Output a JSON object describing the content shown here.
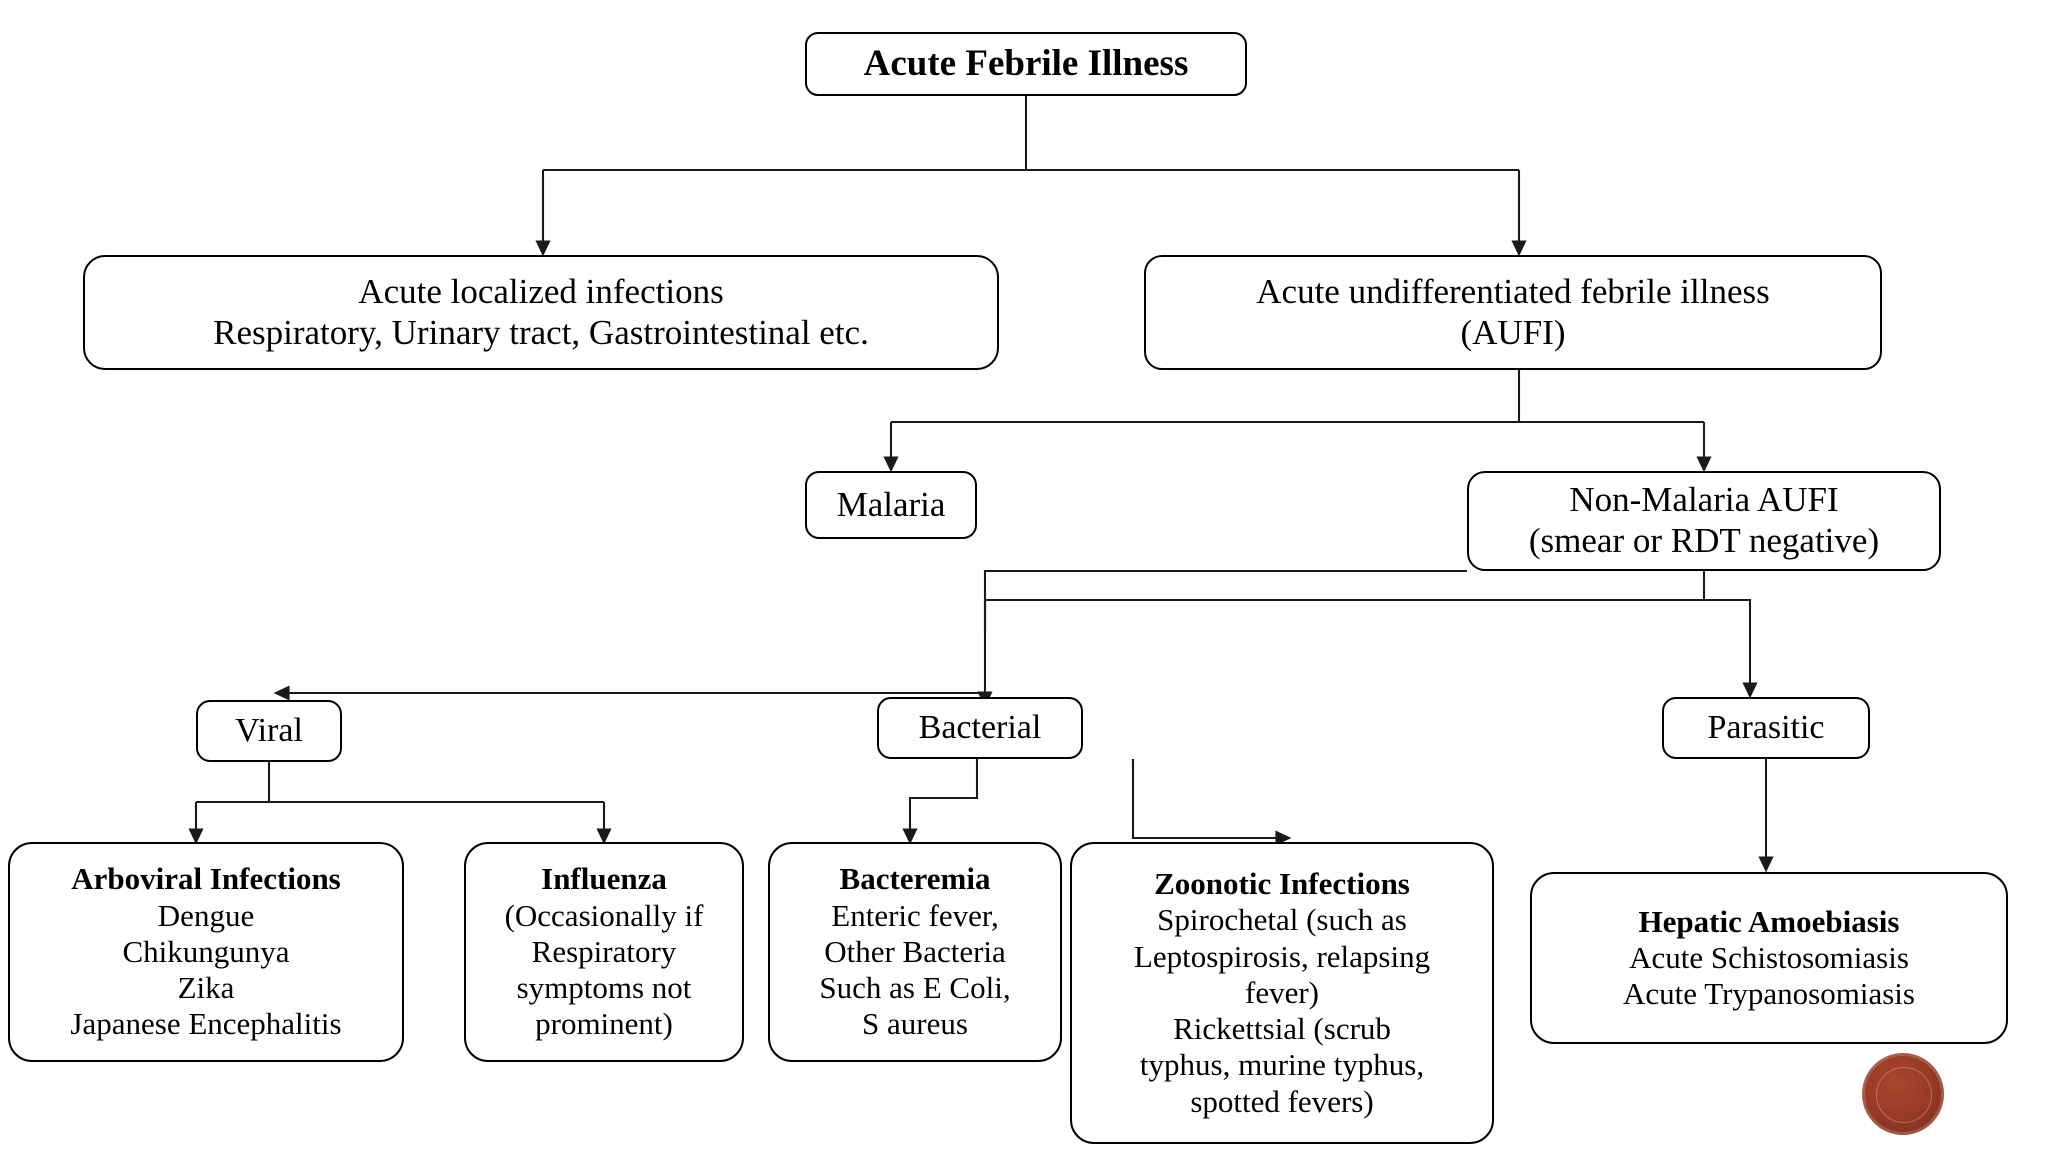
{
  "diagram": {
    "title": "Acute Febrile Illness",
    "type": "flowchart",
    "accent_color": "#000000",
    "background_color": "#ffffff",
    "watermark_color": "#96341f"
  },
  "nodes": {
    "root": {
      "title": "Acute Febrile Illness",
      "bold": true
    },
    "localized": {
      "line1": "Acute localized infections",
      "line2": "Respiratory, Urinary tract, Gastrointestinal etc."
    },
    "aufi": {
      "line1": "Acute undifferentiated febrile illness",
      "line2": "(AUFI)"
    },
    "malaria": {
      "line1": "Malaria"
    },
    "nonmalaria": {
      "line1": "Non-Malaria AUFI",
      "line2": "(smear or RDT negative)"
    },
    "viral": {
      "line1": "Viral"
    },
    "bacterial": {
      "line1": "Bacterial"
    },
    "parasitic": {
      "line1": "Parasitic"
    },
    "arboviral": {
      "title": "Arboviral Infections",
      "line1": "Dengue",
      "line2": "Chikungunya",
      "line3": "Zika",
      "line4": "Japanese Encephalitis"
    },
    "influenza": {
      "title": "Influenza",
      "line1": "(Occasionally if",
      "line2": "Respiratory",
      "line3": "symptoms not",
      "line4": "prominent)"
    },
    "bacteremia": {
      "title": "Bacteremia",
      "line1": "Enteric fever,",
      "line2": "Other Bacteria",
      "line3": "Such as E Coli,",
      "line4": "S aureus"
    },
    "zoonotic": {
      "title": "Zoonotic Infections",
      "line1": "Spirochetal (such as",
      "line2": "Leptospirosis, relapsing",
      "line3": "fever)",
      "line4": "Rickettsial (scrub",
      "line5": "typhus, murine typhus,",
      "line6": "spotted fevers)"
    },
    "hepatic": {
      "title": "Hepatic Amoebiasis",
      "line1": "Acute Schistosomiasis",
      "line2": "Acute Trypanosomiasis"
    }
  },
  "edges": [
    {
      "from": "root",
      "to": "localized"
    },
    {
      "from": "root",
      "to": "aufi"
    },
    {
      "from": "aufi",
      "to": "malaria"
    },
    {
      "from": "aufi",
      "to": "nonmalaria"
    },
    {
      "from": "nonmalaria",
      "to": "viral"
    },
    {
      "from": "nonmalaria",
      "to": "bacterial"
    },
    {
      "from": "nonmalaria",
      "to": "parasitic"
    },
    {
      "from": "viral",
      "to": "arboviral"
    },
    {
      "from": "viral",
      "to": "influenza"
    },
    {
      "from": "bacterial",
      "to": "bacteremia"
    },
    {
      "from": "bacterial",
      "to": "zoonotic"
    },
    {
      "from": "parasitic",
      "to": "hepatic"
    }
  ]
}
